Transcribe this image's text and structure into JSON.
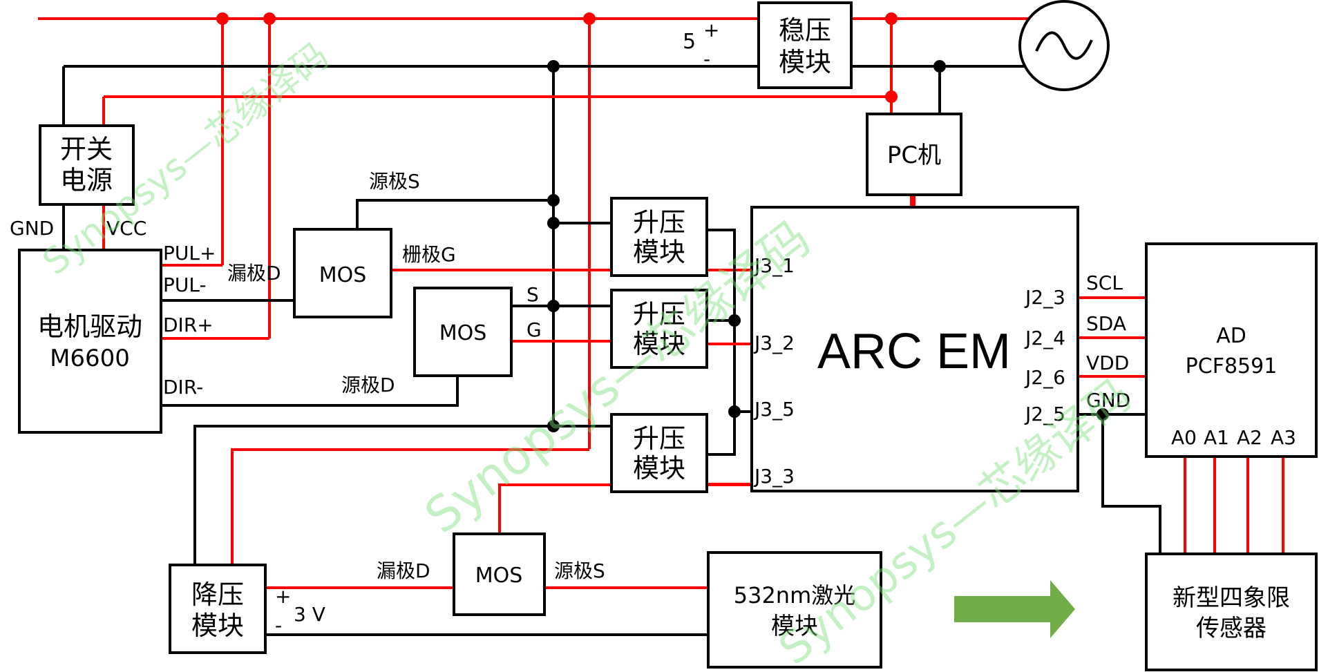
{
  "modules": {
    "regulator": [
      "稳压",
      "模块"
    ],
    "switch_psu": [
      "开关",
      "电源"
    ],
    "motor_driver": [
      "电机驱动",
      "M6600"
    ],
    "pc": "PC机",
    "mos_top": "MOS",
    "mos_mid": "MOS",
    "mos_bottom": "MOS",
    "boost_1": [
      "升压",
      "模块"
    ],
    "boost_2": [
      "升压",
      "模块"
    ],
    "boost_3": [
      "升压",
      "模块"
    ],
    "arc_em": "ARC EM",
    "ad": [
      "AD",
      "PCF8591"
    ],
    "buck": [
      "降压",
      "模块"
    ],
    "laser": [
      "532nm激光",
      "模块"
    ],
    "sensor": [
      "新型四象限",
      "传感器"
    ]
  },
  "labels": {
    "v5": "5",
    "plus_top": "+",
    "minus_top": "-",
    "gnd": "GND",
    "vcc": "VCC",
    "pul_plus": "PUL+",
    "pul_minus": "PUL-",
    "dir_plus": "DIR+",
    "dir_minus": "DIR-",
    "drain_d_top": "漏极D",
    "source_s_top": "源极S",
    "gate_g_top": "栅极G",
    "s": "S",
    "g": "G",
    "source_d_mid": "源极D",
    "j3_1": "J3_1",
    "j3_2": "J3_2",
    "j3_5": "J3_5",
    "j3_3": "J3_3",
    "j2_3": "J2_3",
    "j2_4": "J2_4",
    "j2_6": "J2_6",
    "j2_5": "J2_5",
    "scl": "SCL",
    "sda": "SDA",
    "vdd": "VDD",
    "gnd_ad": "GND",
    "a0": "A0",
    "a1": "A1",
    "a2": "A2",
    "a3": "A3",
    "drain_d_bottom": "漏极D",
    "source_s_bottom": "源极S",
    "plus_bottom": "+",
    "minus_bottom": "-",
    "v3": "3 V"
  },
  "watermark": "Synopsys—芯缘译码",
  "colors": {
    "power_wire": "#ff0000",
    "ground_wire": "#000000",
    "arrow": "#70ad47",
    "watermark": "#7ee27e"
  },
  "icons": {
    "ac_source": "ac-source-icon",
    "arrow": "right-arrow-icon"
  }
}
